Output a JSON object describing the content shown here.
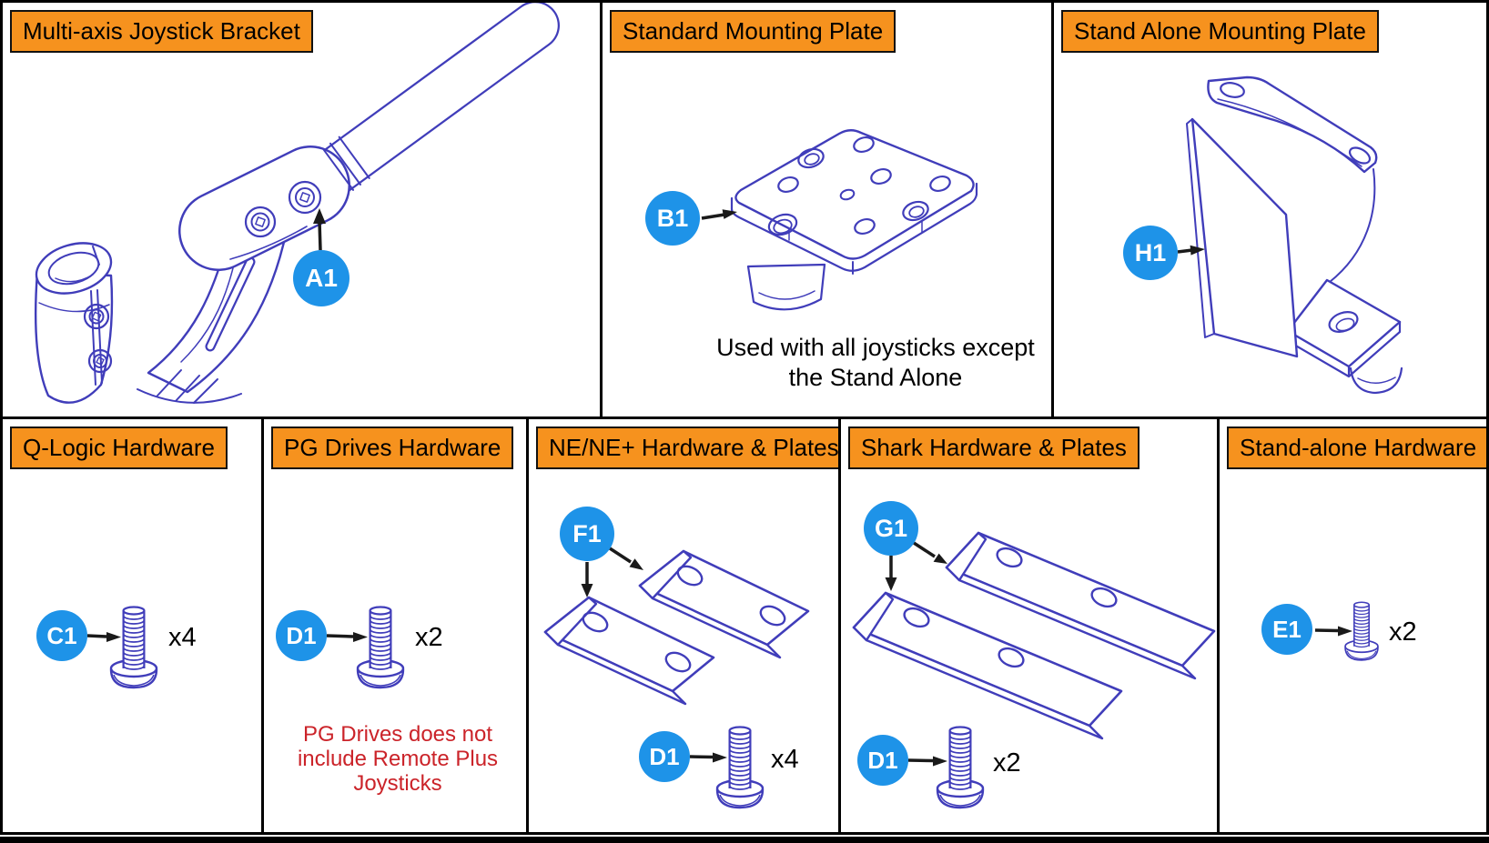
{
  "colors": {
    "label_bg": "#F6921E",
    "label_border": "#111111",
    "panel_border": "#000000",
    "callout_bg": "#1E93E8",
    "callout_text": "#FFFFFF",
    "line_art": "#403DBA",
    "arrow": "#1A1A1A",
    "note_text": "#CB2329",
    "text": "#000000"
  },
  "panels": {
    "multi_axis_bracket": {
      "title": "Multi-axis Joystick Bracket",
      "callout": "A1"
    },
    "standard_mounting_plate": {
      "title": "Standard Mounting Plate",
      "callout": "B1",
      "caption": "Used with all joysticks except the Stand Alone"
    },
    "stand_alone_mounting_plate": {
      "title": "Stand Alone Mounting Plate",
      "callout": "H1"
    },
    "q_logic_hardware": {
      "title": "Q-Logic Hardware",
      "callout": "C1",
      "qty": "x4"
    },
    "pg_drives_hardware": {
      "title": "PG Drives Hardware",
      "callout": "D1",
      "qty": "x2",
      "note": "PG Drives does not include Remote Plus Joysticks"
    },
    "ne_hardware": {
      "title": "NE/NE+ Hardware & Plates",
      "plate_callout": "F1",
      "screw_callout": "D1",
      "screw_qty": "x4"
    },
    "shark_hardware": {
      "title": "Shark Hardware & Plates",
      "plate_callout": "G1",
      "screw_callout": "D1",
      "screw_qty": "x2"
    },
    "stand_alone_hardware": {
      "title": "Stand-alone Hardware",
      "callout": "E1",
      "qty": "x2"
    }
  }
}
